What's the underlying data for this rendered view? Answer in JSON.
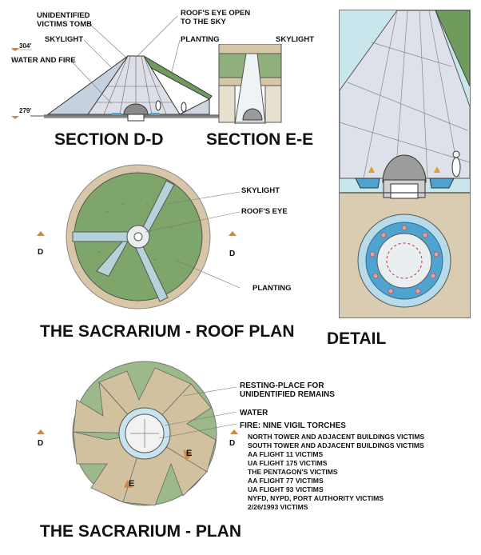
{
  "section_dd": {
    "labels": {
      "tomb": "UNIDENTIFIED\nVICTIMS TOMB",
      "skylight": "SKYLIGHT",
      "water_fire": "WATER AND FIRE",
      "roofs_eye": "ROOF'S EYE OPEN\nTO THE SKY",
      "planting": "PLANTING",
      "elev_top": "304'",
      "elev_bottom": "279'"
    },
    "title": "SECTION D-D"
  },
  "section_ee": {
    "labels": {
      "skylight": "SKYLIGHT"
    },
    "title": "SECTION  E-E"
  },
  "detail": {
    "title": "DETAIL"
  },
  "roof_plan": {
    "labels": {
      "skylight": "SKYLIGHT",
      "roofs_eye": "ROOF'S EYE",
      "planting": "PLANTING",
      "d_left": "D",
      "d_right": "D"
    },
    "title": "THE SACRARIUM - ROOF PLAN"
  },
  "plan": {
    "labels": {
      "resting": "RESTING-PLACE FOR\nUNIDENTIFIED REMAINS",
      "water": "WATER",
      "fire": "FIRE: NINE VIGIL TORCHES",
      "d_left": "D",
      "d_right": "D",
      "e_top": "E",
      "e_bottom": "E"
    },
    "torch_list": [
      "NORTH TOWER AND ADJACENT BUILDINGS VICTIMS",
      "SOUTH TOWER AND ADJACENT BUILDINGS VICTIMS",
      "AA FLIGHT 11 VICTIMS",
      "UA FLIGHT 175 VICTIMS",
      "THE PENTAGON'S VICTIMS",
      "AA FLIGHT 77 VICTIMS",
      "UA FLIGHT 93 VICTIMS",
      "NYFD, NYPD, PORT AUTHORITY VICTIMS",
      "2/26/1993 VICTIMS"
    ],
    "title": "THE SACRARIUM - PLAN"
  },
  "colors": {
    "planting_green": "#7ea66a",
    "skylight_blue": "#b7d3da",
    "stone_tan": "#d7c7a6",
    "water_blue": "#4fa3cf",
    "sky_blue": "#c9e6ec"
  }
}
